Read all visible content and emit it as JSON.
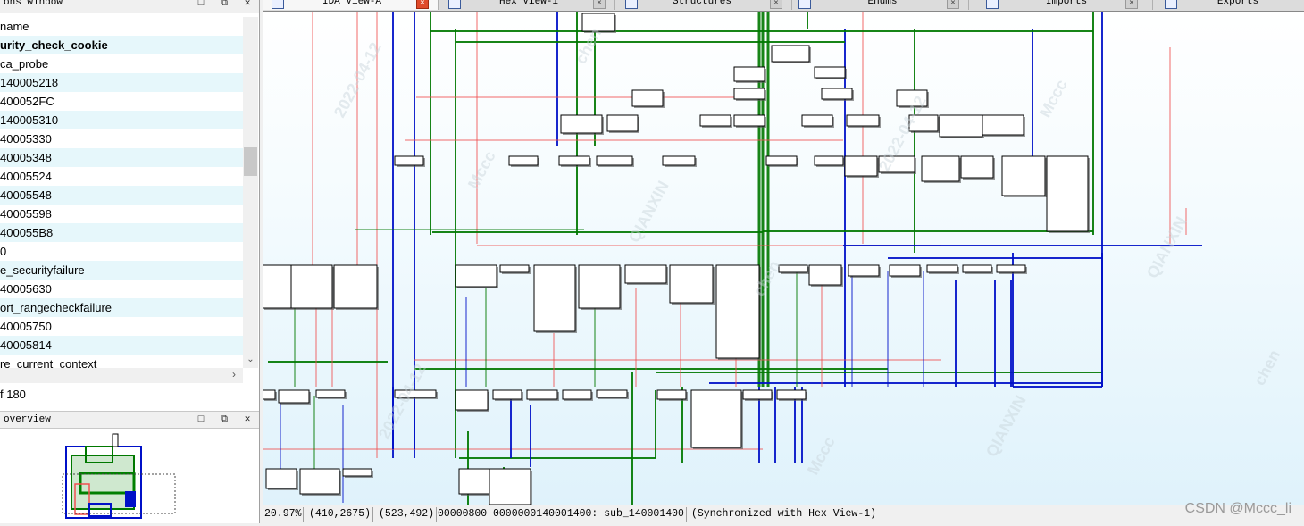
{
  "functions_panel": {
    "title": "ons window",
    "column_header": "name",
    "items": [
      {
        "label": "urity_check_cookie",
        "bold": true
      },
      {
        "label": "ca_probe"
      },
      {
        "label": "140005218"
      },
      {
        "label": "400052FC"
      },
      {
        "label": "140005310"
      },
      {
        "label": "40005330"
      },
      {
        "label": "40005348"
      },
      {
        "label": "40005524"
      },
      {
        "label": "40005548"
      },
      {
        "label": "40005598"
      },
      {
        "label": "400055B8"
      },
      {
        "label": "0"
      },
      {
        "label": "e_securityfailure"
      },
      {
        "label": "40005630"
      },
      {
        "label": "ort_rangecheckfailure"
      },
      {
        "label": "40005750"
      },
      {
        "label": "40005814"
      },
      {
        "label": "re_current_context"
      }
    ],
    "count_text": "f 180"
  },
  "overview_panel": {
    "title": "overview"
  },
  "tabs": [
    {
      "label": "IDA View-A",
      "icon": "ida-view-icon",
      "active": true
    },
    {
      "label": "Hex View-1",
      "icon": "hex-view-icon"
    },
    {
      "label": "Structures",
      "icon": "structures-icon"
    },
    {
      "label": "Enums",
      "icon": "enums-icon"
    },
    {
      "label": "Imports",
      "icon": "imports-icon"
    },
    {
      "label": "Exports",
      "icon": "exports-icon"
    }
  ],
  "statusbar": {
    "zoom": "20.97%",
    "coords": "(410,2675)",
    "mouse": "(523,492)",
    "offset": "00000800",
    "address": "0000000140001400: sub_140001400",
    "sync": "(Synchronized with Hex View-1)"
  },
  "watermark": "CSDN @Mccc_li",
  "watermark_overlay": [
    "2022-04-12",
    "Mccc",
    "QIANXIN",
    "chen"
  ],
  "colors": {
    "edge_red": "#f05050",
    "edge_green": "#007800",
    "edge_blue": "#0010c8",
    "node_fill": "#ffffff",
    "row_alt": "#e6f7fb"
  }
}
